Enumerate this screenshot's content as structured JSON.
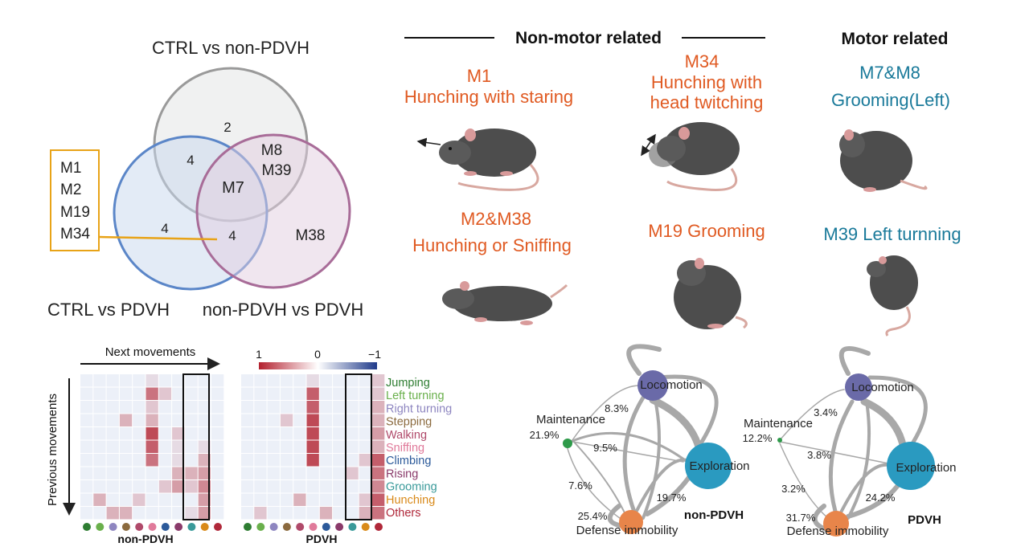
{
  "venn": {
    "labels": {
      "top": "CTRL vs non-PDVH",
      "left": "CTRL vs PDVH",
      "right": "non-PDVH vs PDVH"
    },
    "regions": {
      "top_only": "2",
      "top_left": "4",
      "top_right": [
        "M8",
        "M39"
      ],
      "center": "M7",
      "left_only": "4",
      "left_right": "4",
      "right_only": "M38"
    },
    "box_items": [
      "M1",
      "M2",
      "M19",
      "M34"
    ],
    "colors": {
      "top": "#9a9a9a",
      "left": "#5b86c8",
      "right": "#a86c98",
      "box": "#e8a317"
    }
  },
  "behaviors": {
    "nonmotor_header": "Non-motor related",
    "motor_header": "Motor related",
    "m1": [
      "M1",
      "Hunching with staring"
    ],
    "m34": [
      "M34",
      "Hunching with",
      "head twitching"
    ],
    "m7m8": [
      "M7&M8",
      "Grooming(Left)"
    ],
    "m2m38": [
      "M2&M38",
      "Hunching or Sniffing"
    ],
    "m19": "M19 Grooming",
    "m39": "M39 Left turnning",
    "colors": {
      "nonmotor": "#e05a22",
      "motor": "#1a7a9a"
    }
  },
  "heatmaps": {
    "next_label": "Next movements",
    "prev_label": "Previous movements",
    "scale": {
      "max": "1",
      "mid": "0",
      "min": "−1"
    },
    "panels": [
      "non-PDVH",
      "PDVH"
    ],
    "movements": [
      "Jumping",
      "Left turning",
      "Right turning",
      "Stepping",
      "Walking",
      "Sniffing",
      "Climbing",
      "Rising",
      "Grooming",
      "Hunching",
      "Others"
    ],
    "movement_colors": [
      "#2e7d32",
      "#6ab04c",
      "#8e86c0",
      "#8b6a3e",
      "#b04a6a",
      "#e07a9a",
      "#2c5a9a",
      "#8a3a6a",
      "#3a9a9a",
      "#d98a1a",
      "#b0283a"
    ],
    "matrix_a": [
      [
        0,
        0,
        0,
        0,
        0,
        0.1,
        0,
        0,
        0,
        0,
        0
      ],
      [
        0,
        0,
        0,
        0,
        0,
        0.6,
        0.2,
        0,
        0,
        0,
        0
      ],
      [
        0,
        0,
        0,
        0,
        0,
        0.2,
        0,
        0,
        0,
        0,
        0
      ],
      [
        0,
        0,
        0,
        0.3,
        0,
        0.3,
        0,
        0,
        0,
        0,
        0
      ],
      [
        0,
        0,
        0,
        0,
        0,
        0.8,
        0,
        0.2,
        0,
        0,
        0
      ],
      [
        0,
        0,
        0,
        0,
        0,
        0.7,
        0,
        0.1,
        0,
        0.1,
        0
      ],
      [
        0,
        0,
        0,
        0,
        0,
        0.6,
        0,
        0.1,
        0,
        0.3,
        0
      ],
      [
        0,
        0,
        0,
        0,
        0,
        0,
        0,
        0.3,
        0.3,
        0.4,
        0
      ],
      [
        0,
        0,
        0,
        0,
        0,
        0,
        0.2,
        0.4,
        0.2,
        0.5,
        0
      ],
      [
        0,
        0.3,
        0,
        0,
        0.2,
        0,
        0,
        0,
        0,
        0.4,
        0
      ],
      [
        0,
        0,
        0.3,
        0.3,
        0,
        0,
        0,
        0,
        0.1,
        0.4,
        0
      ]
    ],
    "matrix_b": [
      [
        0,
        0,
        0,
        0,
        0,
        0.1,
        0,
        0,
        0,
        0,
        0.2
      ],
      [
        0,
        0,
        0,
        0,
        0,
        0.7,
        0,
        0,
        0,
        0,
        0.2
      ],
      [
        0,
        0,
        0,
        0,
        0,
        0.7,
        0,
        0,
        0,
        0,
        0.3
      ],
      [
        0,
        0,
        0,
        0.2,
        0,
        0.8,
        0,
        0,
        0,
        0,
        0.3
      ],
      [
        0,
        0,
        0,
        0,
        0,
        0.8,
        0,
        0,
        0,
        0,
        0.4
      ],
      [
        0,
        0,
        0,
        0,
        0,
        0.8,
        0,
        0,
        0,
        0,
        0.3
      ],
      [
        0,
        0,
        0,
        0,
        0,
        0.8,
        0,
        0,
        0,
        0.2,
        0.7
      ],
      [
        0,
        0,
        0,
        0,
        0,
        0,
        0,
        0,
        0.2,
        0,
        0.6
      ],
      [
        0,
        0,
        0,
        0,
        0,
        0,
        0,
        0,
        0,
        0,
        0.5
      ],
      [
        0,
        0,
        0,
        0,
        0.3,
        0,
        0,
        0,
        0,
        0.2,
        0.7
      ],
      [
        0,
        0.2,
        0,
        0,
        0,
        0,
        0.3,
        0,
        0,
        0.3,
        0.6
      ]
    ]
  },
  "networks": [
    {
      "label": "non-PDVH",
      "nodes": {
        "locomotion": "Locomotion",
        "maintenance": "Maintenance",
        "exploration": "Exploration",
        "defense": "Defense immobility"
      },
      "percents": {
        "loco_explo": "8.3%",
        "maint_self": "21.9%",
        "maint_explo": "9.5%",
        "maint_def": "7.6%",
        "def_self": "25.4%",
        "explo_def": "19.7%"
      }
    },
    {
      "label": "PDVH",
      "nodes": {
        "locomotion": "Locomotion",
        "maintenance": "Maintenance",
        "exploration": "Exploration",
        "defense": "Defense immobility"
      },
      "percents": {
        "loco_explo": "3.4%",
        "maint_self": "12.2%",
        "maint_explo": "3.8%",
        "maint_def": "3.2%",
        "def_self": "31.7%",
        "explo_def": "24.2%"
      }
    }
  ],
  "network_colors": {
    "locomotion": "#6a6aa8",
    "maintenance": "#2e9a4a",
    "exploration": "#2a9ac0",
    "defense": "#e8854a",
    "edge": "#a8a8a8"
  }
}
